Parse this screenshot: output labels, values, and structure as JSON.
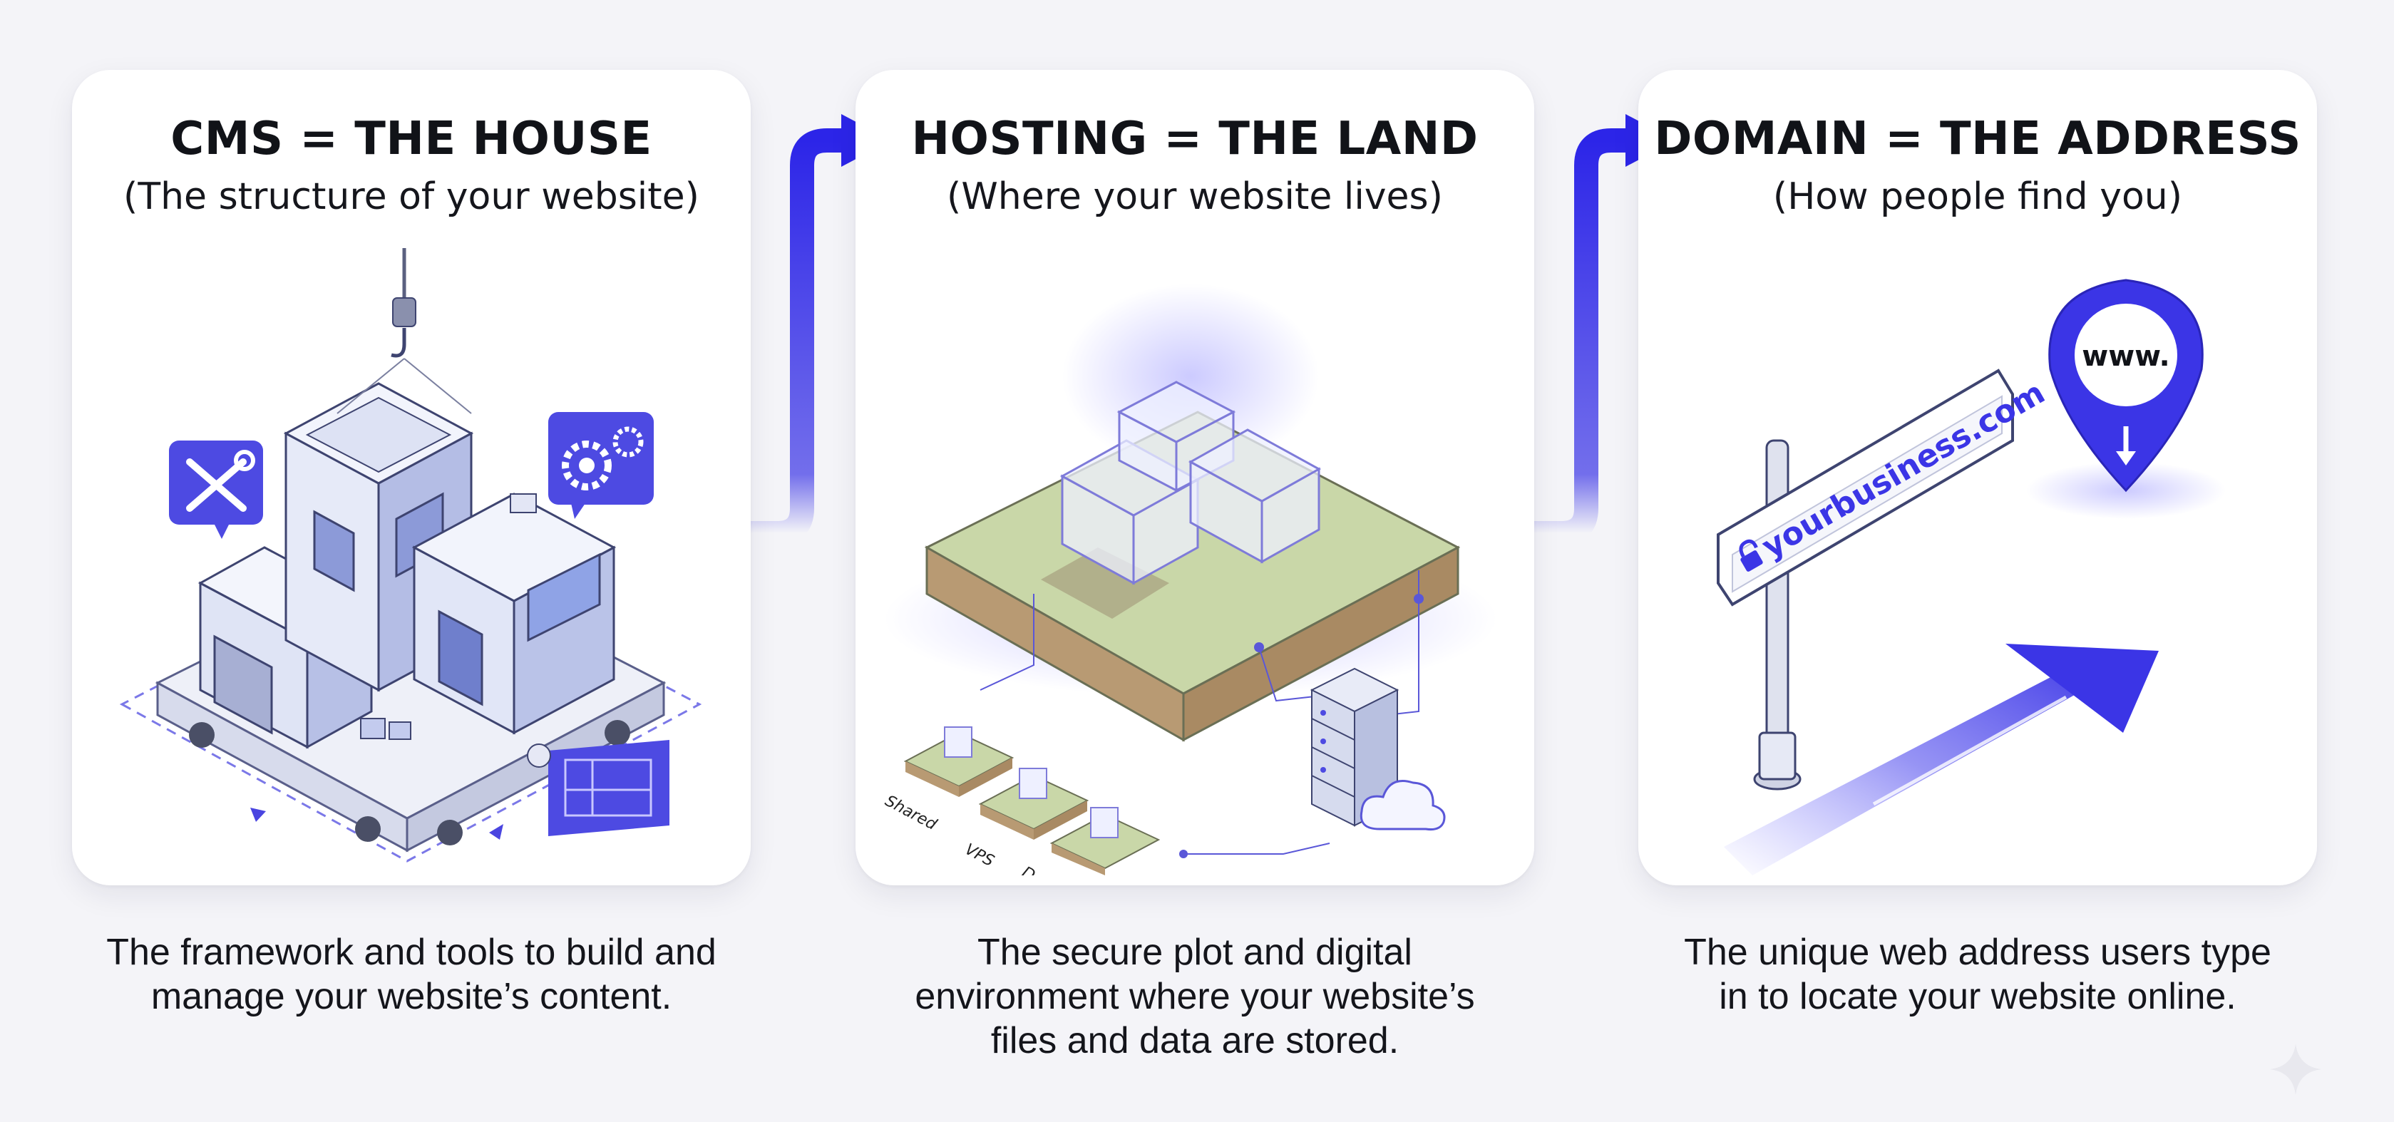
{
  "panels": [
    {
      "title": "CMS = THE HOUSE",
      "subtitle": "(The structure of your website)",
      "description": [
        "The framework and tools to build and",
        "manage your website’s content."
      ],
      "illustration_icons": [
        "house-icon",
        "wrench-screwdriver-icon",
        "gears-icon",
        "crane-hook-icon",
        "blueprint-icon"
      ]
    },
    {
      "title": "HOSTING = THE LAND",
      "subtitle": "(Where your website lives)",
      "description": [
        "The secure plot and digital",
        "environment where your website’s",
        "files and data are stored."
      ],
      "plan_labels": [
        "Shared",
        "VPS",
        "Dedicated"
      ],
      "illustration_icons": [
        "land-plot-icon",
        "server-rack-icon",
        "cloud-icon"
      ]
    },
    {
      "title": "DOMAIN = THE ADDRESS",
      "subtitle": "(How people find you)",
      "description": [
        "The unique web address users type",
        "in to locate your website online."
      ],
      "sign_text": "yourbusiness.com",
      "pin_text": "www.",
      "illustration_icons": [
        "street-sign-icon",
        "lock-icon",
        "location-pin-icon",
        "arrow-icon"
      ]
    }
  ],
  "colors": {
    "accent": "#3b35e6",
    "accent_light": "#8b88ff",
    "card_bg": "#ffffff",
    "page_bg": "#f4f4f8",
    "grass": "#c9d7a8",
    "soil": "#b89a73"
  }
}
